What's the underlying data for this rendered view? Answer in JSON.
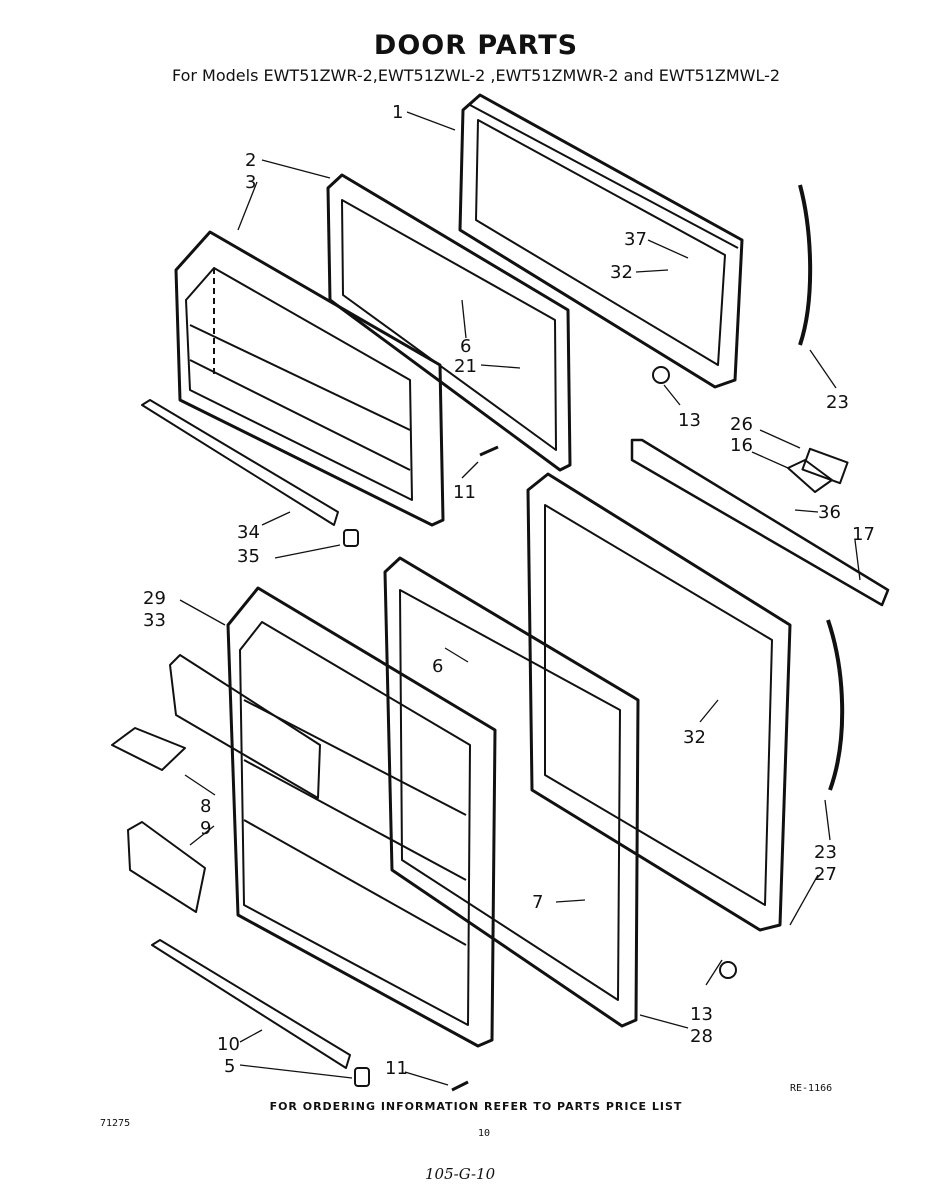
{
  "header": {
    "title": "DOOR PARTS",
    "subtitle": "For Models EWT51ZWR-2,EWT51ZWL-2 ,EWT51ZMWR-2 and EWT51ZMWL-2"
  },
  "callouts": {
    "c1": "1",
    "c2": "2",
    "c3": "3",
    "c37": "37",
    "c32a": "32",
    "c6a": "6",
    "c21": "21",
    "c23a": "23",
    "c13a": "13",
    "c26": "26",
    "c16": "16",
    "c11a": "11",
    "c36": "36",
    "c34": "34",
    "c17": "17",
    "c35": "35",
    "c29": "29",
    "c33": "33",
    "c6b": "6",
    "c32b": "32",
    "c8": "8",
    "c9": "9",
    "c23b": "23",
    "c27": "27",
    "c7": "7",
    "c13b": "13",
    "c28": "28",
    "c10": "10",
    "c5": "5",
    "c11b": "11"
  },
  "footer": {
    "note": "FOR ORDERING INFORMATION REFER TO PARTS PRICE LIST",
    "ref": "RE-1166",
    "code": "71275",
    "page": "10",
    "handwritten": "105-G-10"
  }
}
